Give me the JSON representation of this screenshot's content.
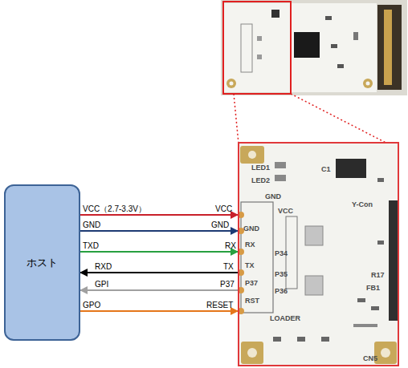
{
  "diagram": {
    "nodes": [
      {
        "text": [
          "ホスト"
        ]
      },
      {
        "text": [
          "LED1",
          "LED2",
          "C1",
          "GND",
          "VCC",
          "GND",
          "RX",
          "P34",
          "TX",
          "P35",
          "P37",
          "P36",
          "RST",
          "LOADER",
          "Y-Con",
          "R17",
          "FB1",
          "CN5"
        ]
      }
    ],
    "edges": [
      {
        "from": 0,
        "to": 1,
        "arrow": "to",
        "label": "VCC（2.7-3.3V）"
      },
      {
        "from": 0,
        "to": 1,
        "arrow": "to",
        "label": "GND"
      },
      {
        "from": 0,
        "to": 1,
        "arrow": "to",
        "label": "TXD"
      },
      {
        "from": 1,
        "to": 0,
        "arrow": "to",
        "label": "RXD"
      },
      {
        "from": 1,
        "to": 0,
        "arrow": "to",
        "label": "GPI"
      },
      {
        "from": 0,
        "to": 1,
        "arrow": "to",
        "label": "GPO"
      }
    ],
    "labels": [
      "VCC",
      "GND",
      "RX",
      "TX",
      "P37",
      "RESET"
    ]
  }
}
